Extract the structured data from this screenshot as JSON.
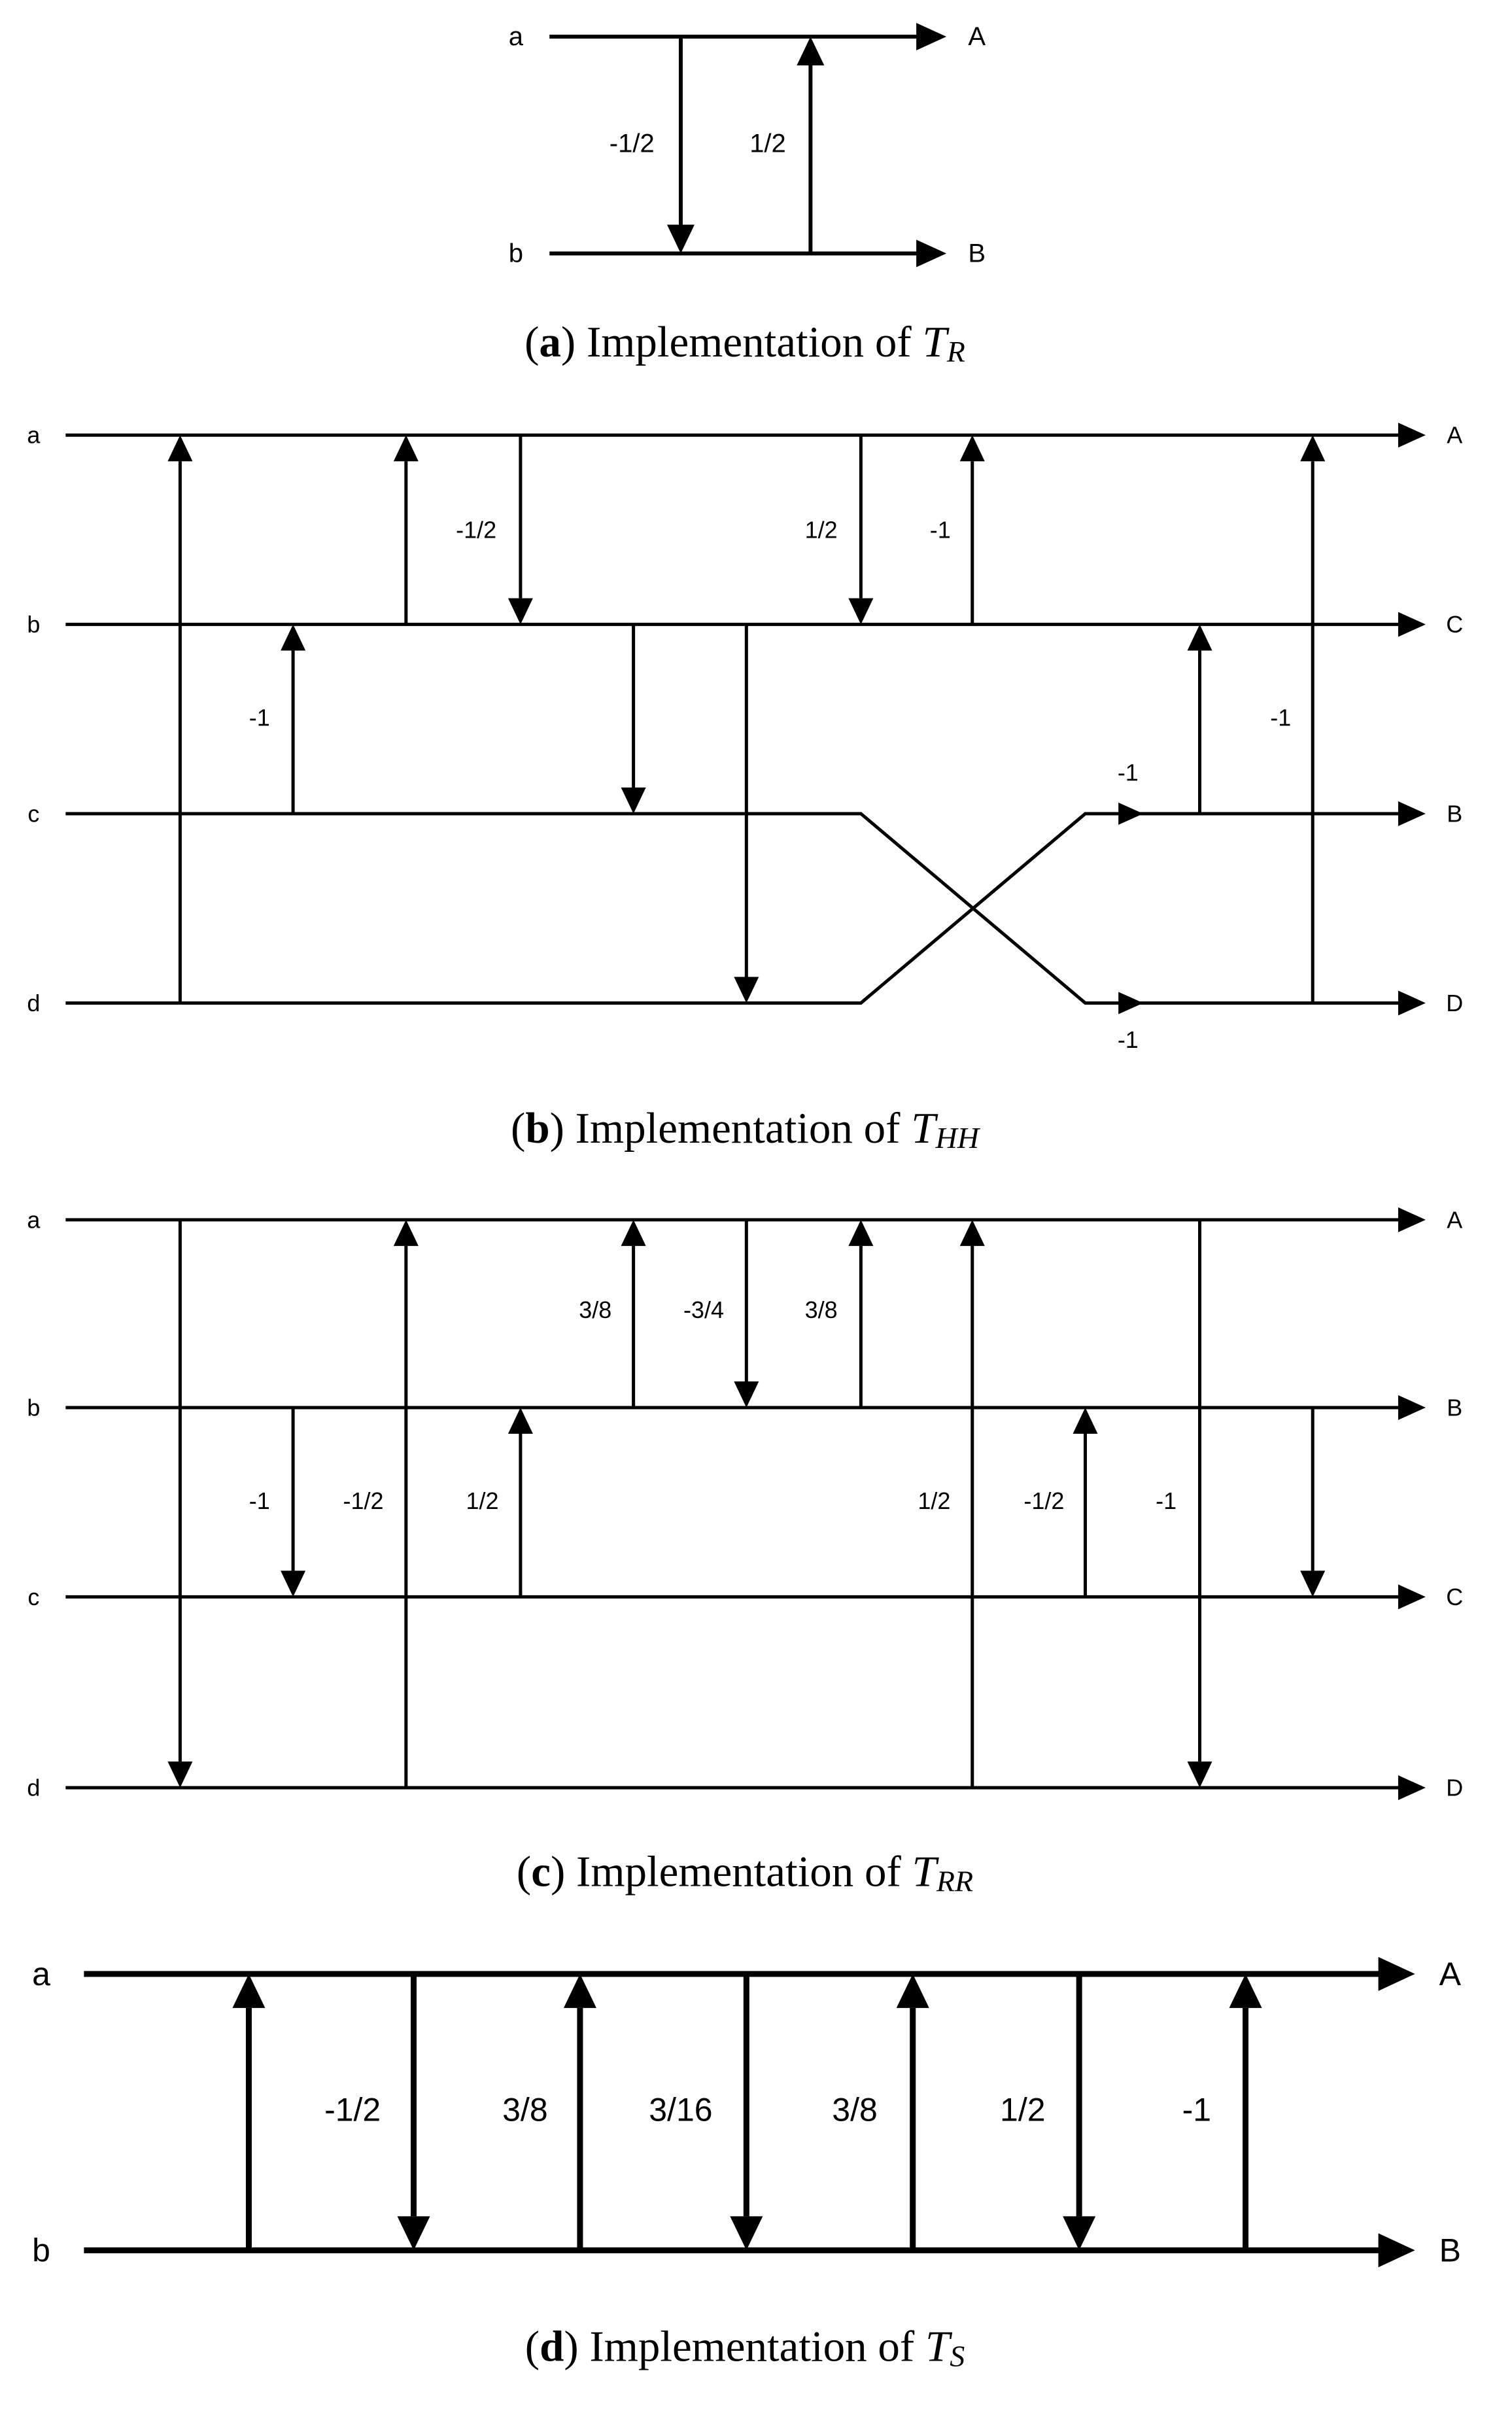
{
  "panels": [
    {
      "id": "a",
      "caption": {
        "tag": "a",
        "text": " Implementation of ",
        "sym": "T",
        "sub": "R"
      },
      "wires": [
        {
          "in": "a",
          "out": "A"
        },
        {
          "in": "b",
          "out": "B"
        }
      ],
      "arrows": [
        {
          "label": "-1/2"
        },
        {
          "label": "1/2"
        }
      ]
    },
    {
      "id": "b",
      "caption": {
        "tag": "b",
        "text": " Implementation of ",
        "sym": "T",
        "sub": "HH"
      },
      "wires": [
        {
          "in": "a",
          "out": "A"
        },
        {
          "in": "b",
          "out": "C"
        },
        {
          "in": "c",
          "out": "B"
        },
        {
          "in": "d",
          "out": "D"
        }
      ],
      "arrows": [
        {
          "label": ""
        },
        {
          "label": "-1"
        },
        {
          "label": ""
        },
        {
          "label": "-1/2"
        },
        {
          "label": ""
        },
        {
          "label": ""
        },
        {
          "label": "1/2"
        },
        {
          "label": "-1"
        },
        {
          "label": ""
        },
        {
          "label": "-1"
        }
      ],
      "cross_labels": [
        "-1",
        "-1"
      ]
    },
    {
      "id": "c",
      "caption": {
        "tag": "c",
        "text": " Implementation of ",
        "sym": "T",
        "sub": "RR"
      },
      "wires": [
        {
          "in": "a",
          "out": "A"
        },
        {
          "in": "b",
          "out": "B"
        },
        {
          "in": "c",
          "out": "C"
        },
        {
          "in": "d",
          "out": "D"
        }
      ],
      "arrows": [
        {
          "label": ""
        },
        {
          "label": "-1"
        },
        {
          "label": "-1/2"
        },
        {
          "label": "1/2"
        },
        {
          "label": "3/8"
        },
        {
          "label": "-3/4"
        },
        {
          "label": "3/8"
        },
        {
          "label": "1/2"
        },
        {
          "label": "-1/2"
        },
        {
          "label": "-1"
        },
        {
          "label": ""
        }
      ]
    },
    {
      "id": "d",
      "caption": {
        "tag": "d",
        "text": " Implementation of ",
        "sym": "T",
        "sub": "S"
      },
      "wires": [
        {
          "in": "a",
          "out": "A"
        },
        {
          "in": "b",
          "out": "B"
        }
      ],
      "arrows": [
        {
          "label": ""
        },
        {
          "label": "-1/2"
        },
        {
          "label": "3/8"
        },
        {
          "label": "3/16"
        },
        {
          "label": "3/8"
        },
        {
          "label": "1/2"
        },
        {
          "label": "-1"
        }
      ]
    }
  ]
}
